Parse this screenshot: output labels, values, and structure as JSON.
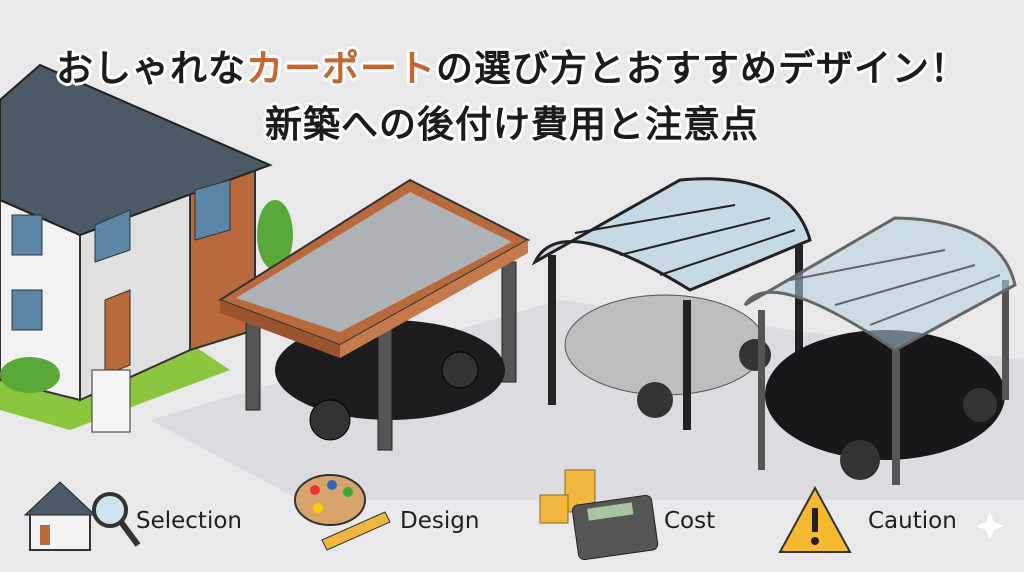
{
  "title": {
    "line1_pre": "おしゃれな",
    "line1_accent": "カーポート",
    "line1_post": "の選び方とおすすめデザイン！",
    "line2": "新築への後付け費用と注意点"
  },
  "colors": {
    "accent": "#c8652f",
    "background": "#e9e9ec"
  },
  "features": [
    {
      "label": "Selection",
      "icon": "house-magnifier-icon"
    },
    {
      "label": "Design",
      "icon": "palette-ruler-icon"
    },
    {
      "label": "Cost",
      "icon": "coins-calculator-icon"
    },
    {
      "label": "Caution",
      "icon": "warning-icon"
    }
  ]
}
